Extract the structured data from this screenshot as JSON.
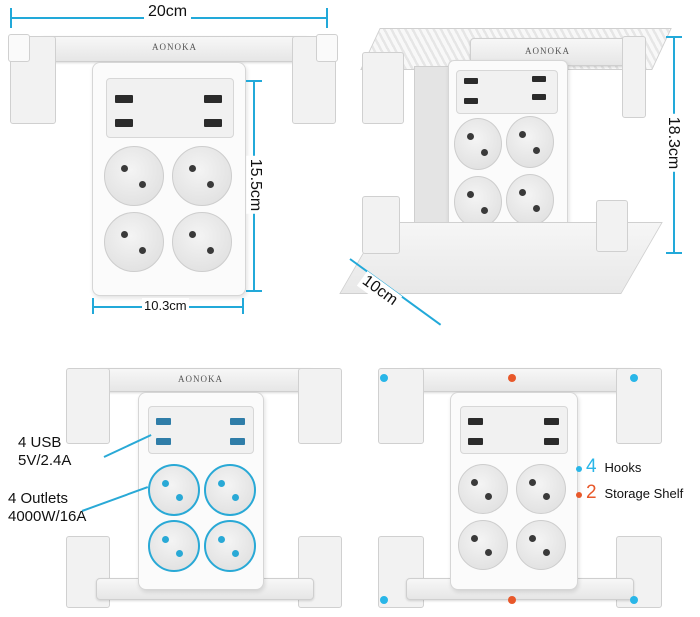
{
  "brand": "AONOKA",
  "dimensions": {
    "width": "20cm",
    "height": "15.5cm",
    "depth_height": "18.3cm",
    "depth": "10cm",
    "strip_width": "10.3cm"
  },
  "callouts": {
    "usb_line1": "4 USB",
    "usb_line2": "5V/2.4A",
    "outlets_line1": "4 Outlets",
    "outlets_line2": "4000W/16A"
  },
  "legend": {
    "hooks_count": "4",
    "hooks_label": "Hooks",
    "shelf_count": "2",
    "shelf_label": "Storage Shelf"
  },
  "colors": {
    "dimension_blue": "#22a9d9",
    "hook_blue": "#29b6e8",
    "shelf_orange": "#e8582a"
  }
}
